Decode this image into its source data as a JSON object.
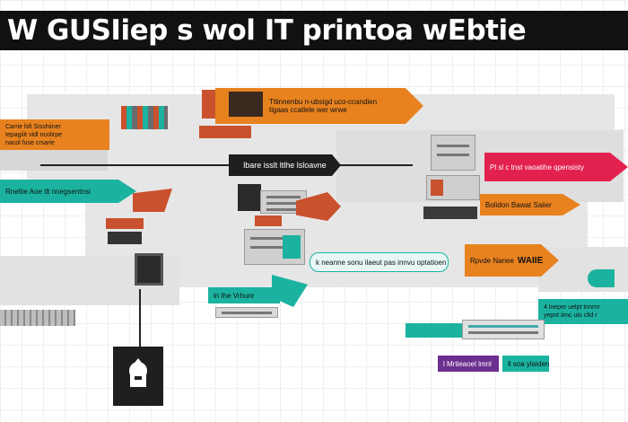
{
  "header": {
    "title": "W GUSIiep s wol IT printoa wEbtie"
  },
  "labels": {
    "orange_top_left": "Carrie lsfi Sisshiiner\ntepagiiit vidl ncolirpe\nnacol fuse crsarie",
    "orange_top_center": "Ttlinnenbu n-ubsigd uco-ccandien\ntigaas ccatlele wer wrwe",
    "timeline_center": "lbare isslt ltlhe lsloavne",
    "teal_left": "Rneltie Aoe tlt nnegsentnsi",
    "pink_right": "Pl sl c tnst vaoatihe qpensisty",
    "orange_right_box": "Bolidon Bawat Saiier",
    "teal_center": "k neanne sonu ilaeut pas innvu optatioen",
    "orange_center_right": "Rpvde Nanee",
    "teal_lower_left": "ln Ihe Vrhunr",
    "teal_bottom_right": "4 lneper uelpt tnnrnr\nyepnt iimc ulo clld r",
    "purple_bottom": "l Mrtieaoel lmnl",
    "teal_bottom_small": "ll soa ylaiden",
    "orange_overlay_text": "WAIIE"
  },
  "colors": {
    "orange": "#e8821f",
    "teal": "#1bb3a0",
    "red": "#e3214f",
    "purple": "#6b2f8f",
    "rust": "#c9512d",
    "dark": "#1e1e1e"
  }
}
